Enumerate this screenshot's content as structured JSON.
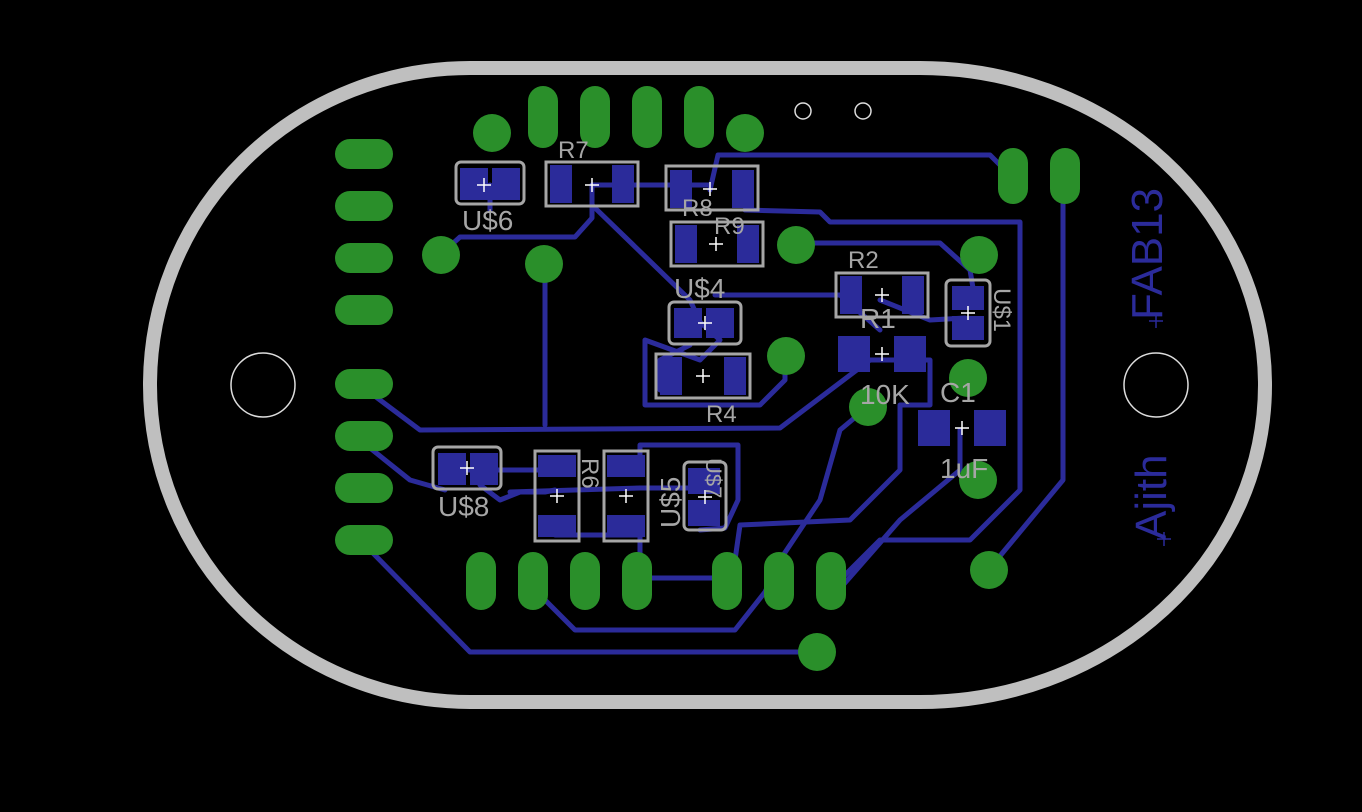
{
  "colors": {
    "background": "#000000",
    "outline": "#bfbfbf",
    "trace": "#2b2b9a",
    "pad": "#2b2b9a",
    "via": "#2a8f2a",
    "silk": "#a6a6a6",
    "crosshair": "#ffffff"
  },
  "labels": {
    "r7": "R7",
    "r8": "R8",
    "r9": "R9",
    "r2": "R2",
    "r1": "R1",
    "r4": "R4",
    "r6": "R6",
    "c1": "C1",
    "val_10k": "10K",
    "val_1uf": "1uF",
    "us6": "U$6",
    "us4": "U$4",
    "us8": "U$8",
    "us5": "U$5",
    "us1": "U$1",
    "us7": "U$7"
  },
  "board_text": {
    "fab": "FAB13",
    "author": "Ajith"
  }
}
